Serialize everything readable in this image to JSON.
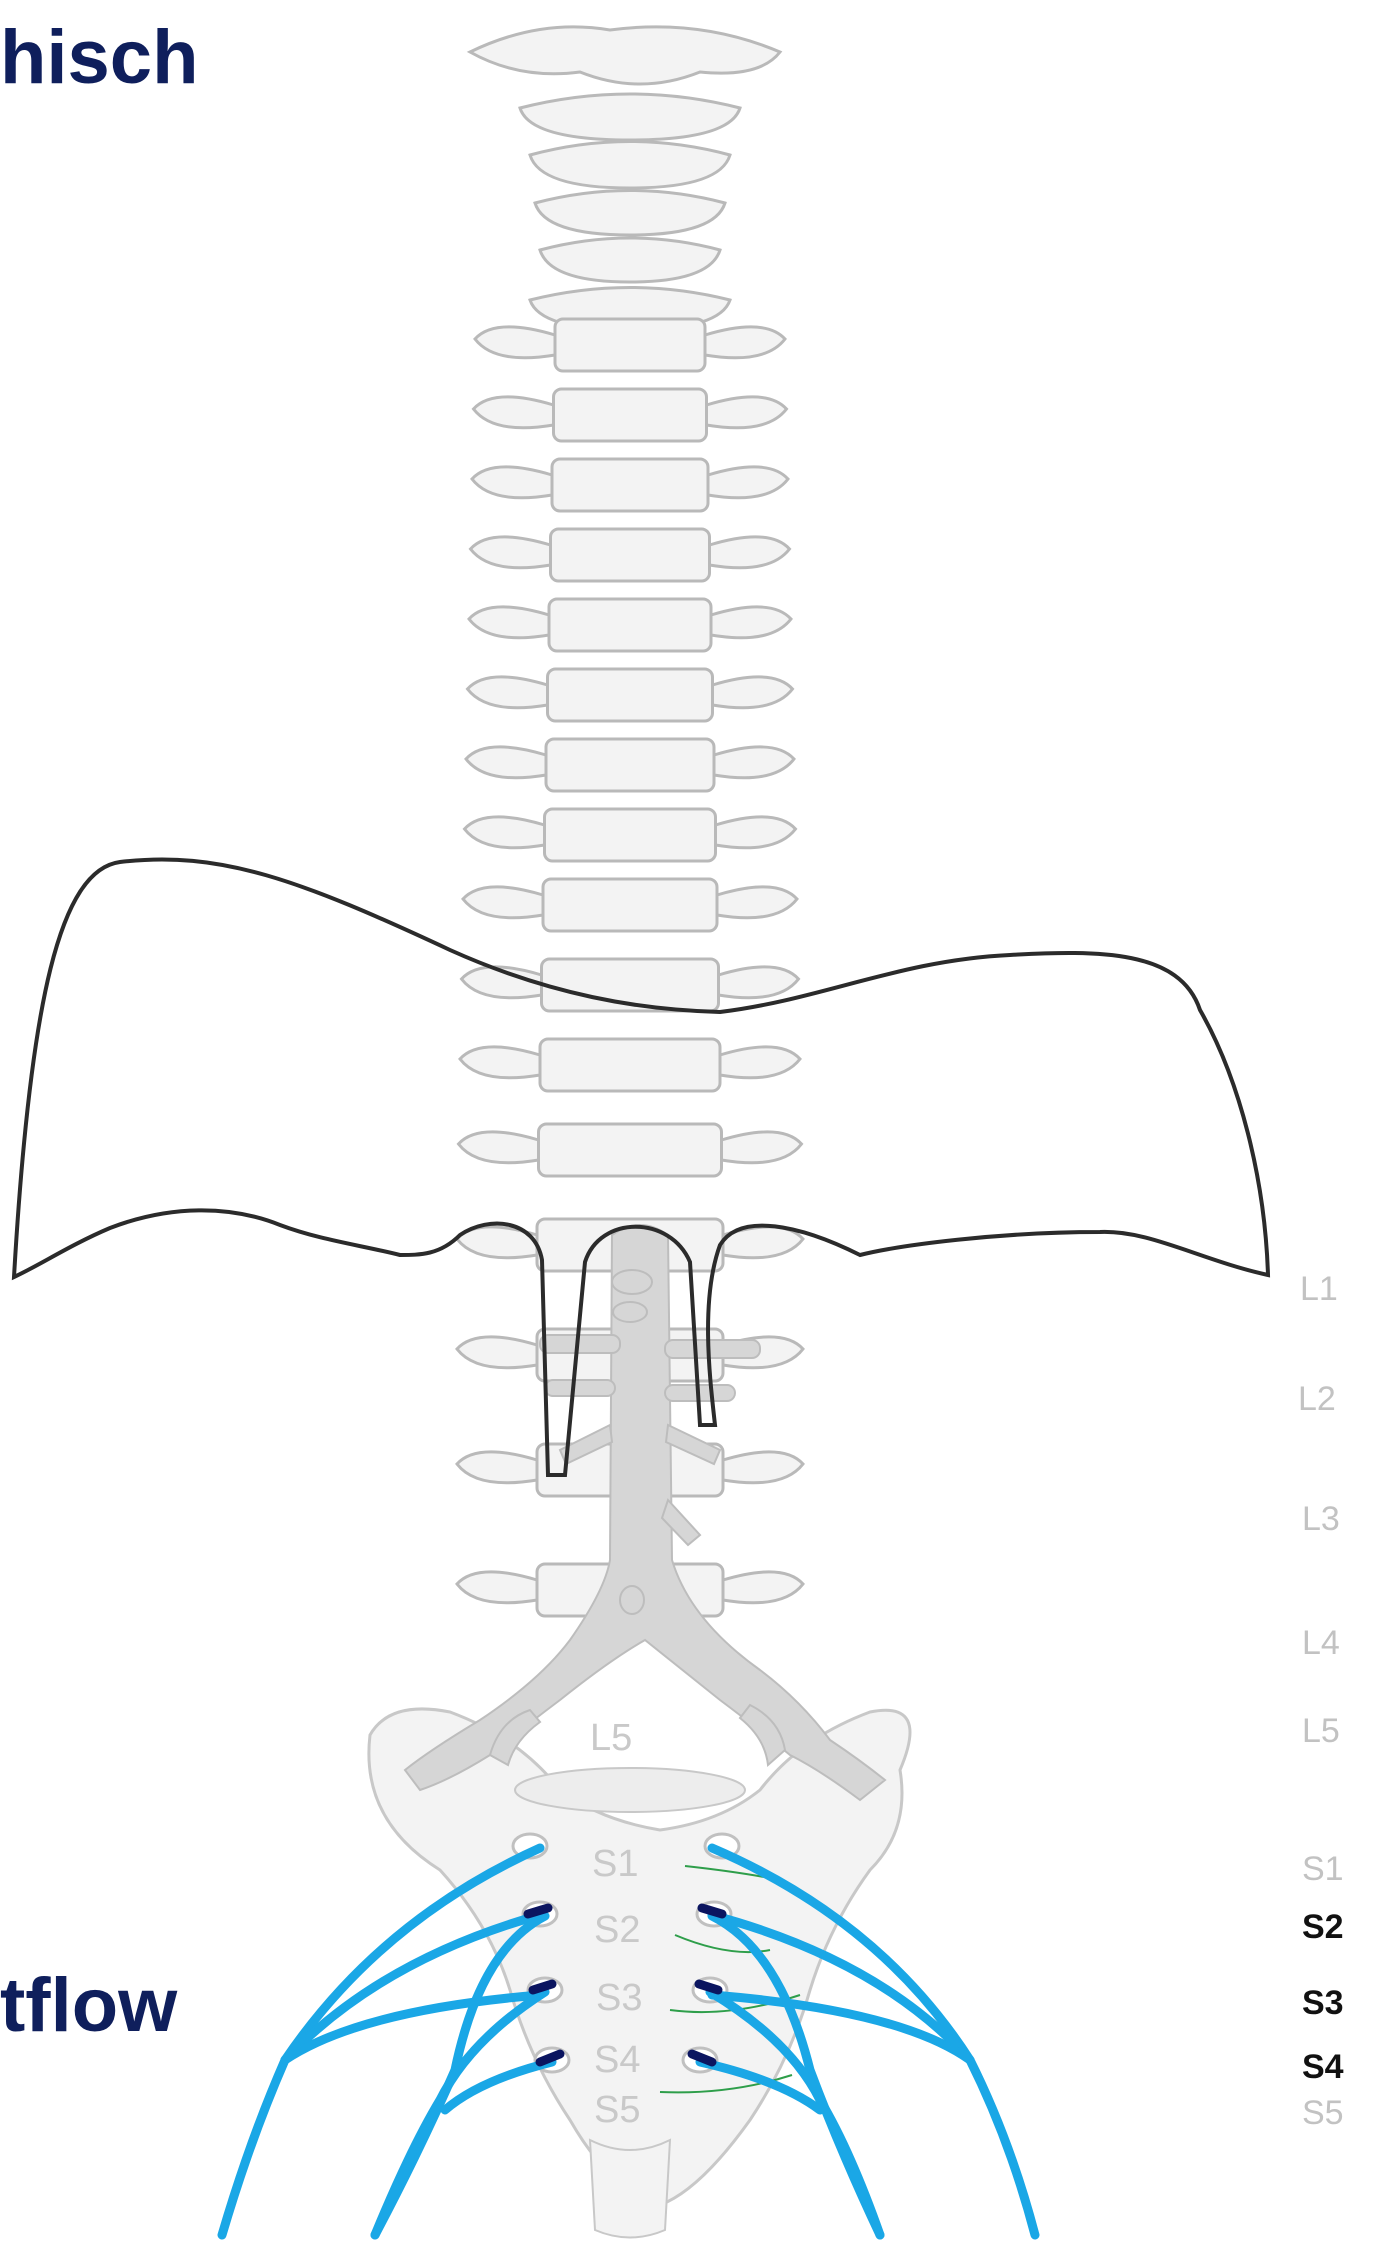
{
  "headings": {
    "top": "hisch",
    "bottom": "tflow"
  },
  "bone_labels": {
    "l5": "L5",
    "s1": "S1",
    "s2": "S2",
    "s3": "S3",
    "s4": "S4",
    "s5": "S5"
  },
  "side_levels": [
    {
      "label": "L1",
      "highlight": false
    },
    {
      "label": "L2",
      "highlight": false
    },
    {
      "label": "L3",
      "highlight": false
    },
    {
      "label": "L4",
      "highlight": false
    },
    {
      "label": "L5",
      "highlight": false
    },
    {
      "label": "S1",
      "highlight": false
    },
    {
      "label": "S2",
      "highlight": true
    },
    {
      "label": "S3",
      "highlight": true
    },
    {
      "label": "S4",
      "highlight": true
    },
    {
      "label": "S5",
      "highlight": false
    }
  ],
  "colors": {
    "heading": "#0f1f5c",
    "nerve": "#1aa7e6",
    "root_highlight": "#0b1560",
    "outline": "#2b2b2b",
    "bone_fill": "#f3f3f3",
    "bone_stroke": "#b9b9b9",
    "vessel": "#d6d6d6",
    "fiber": "#2e9e4a",
    "inactive_label": "#c2c2c2"
  }
}
